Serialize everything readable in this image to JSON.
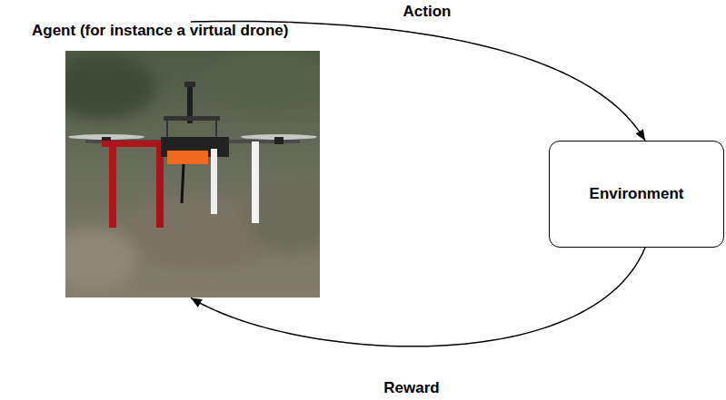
{
  "diagram": {
    "nodes": [
      {
        "text": [
          "Agent (for instance a virtual drone)"
        ]
      },
      {
        "text": [
          "Environment"
        ]
      }
    ],
    "edges": [
      {
        "from": 0,
        "to": 1,
        "arrow": "to",
        "label": "Action"
      },
      {
        "from": 1,
        "to": 0,
        "arrow": "to",
        "label": "Reward"
      }
    ]
  }
}
